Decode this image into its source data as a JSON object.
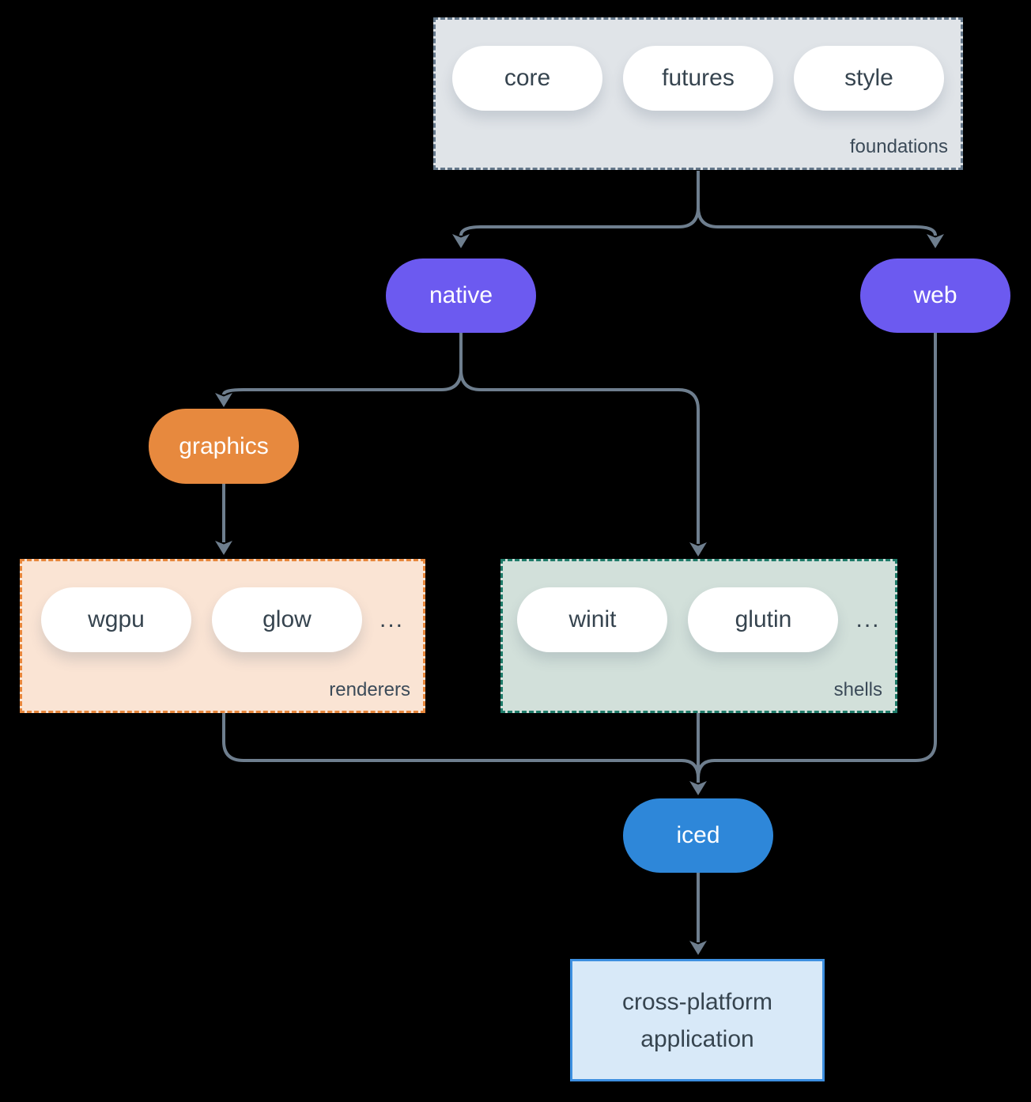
{
  "colors": {
    "background": "#000000",
    "line": "#6e7e8e",
    "text-dark": "#36444f",
    "label": "#3b4a58",
    "pill-white": "#ffffff",
    "purple": "#6c5af0",
    "orange": "#e7893e",
    "blue": "#2e87d9",
    "gray-box": "#e0e4e8",
    "gray-border": "#64778a",
    "peach-box": "#fae4d4",
    "peach-border": "#e8873c",
    "sage-box": "#d2e0da",
    "sage-border": "#1e7b69",
    "app-box": "#d8e9f8",
    "app-border": "#3d8fe0"
  },
  "groups": {
    "foundations": {
      "label": "foundations",
      "pills": [
        "core",
        "futures",
        "style"
      ]
    },
    "renderers": {
      "label": "renderers",
      "pills": [
        "wgpu",
        "glow"
      ],
      "more": "..."
    },
    "shells": {
      "label": "shells",
      "pills": [
        "winit",
        "glutin"
      ],
      "more": "..."
    }
  },
  "nodes": {
    "native": "native",
    "web": "web",
    "graphics": "graphics",
    "iced": "iced",
    "application": "cross-platform application"
  }
}
